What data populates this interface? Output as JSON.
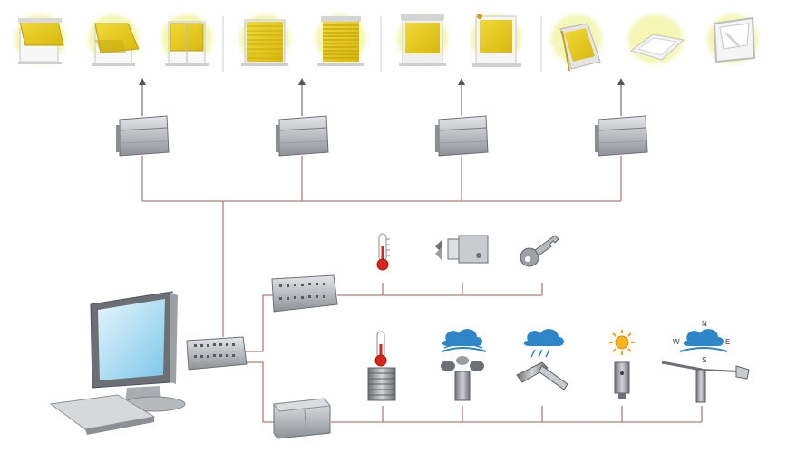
{
  "diagram": {
    "compass": {
      "north": "N",
      "south": "S",
      "east": "E",
      "west": "W"
    }
  },
  "colors": {
    "line": "#b07f7b",
    "highlight": "#f3f5a8",
    "blind_yellow": "#e4c81a",
    "blind_dark": "#c8a80a",
    "frame": "#c8c8c8",
    "device": "#b9bcc0",
    "device_dark": "#7c8084",
    "cloud": "#2e86c8",
    "thermo_red": "#d8261b",
    "sun": "#f2a21b"
  },
  "icons": [
    "awning-icon",
    "projection-awning-icon",
    "window-blind-icon",
    "roller-shutter-icon",
    "venetian-blind-icon",
    "window-shade-icon",
    "roof-window-icon",
    "skylight-icon",
    "vent-window-icon",
    "actuator-module-icon",
    "control-computer-icon",
    "central-controller-icon",
    "input-module-icon",
    "weather-station-box-icon",
    "thermometer-icon",
    "window-contact-icon",
    "key-switch-icon",
    "temperature-sensor-icon",
    "wind-sensor-icon",
    "rain-sensor-icon",
    "sun-sensor-icon",
    "wind-direction-icon"
  ]
}
